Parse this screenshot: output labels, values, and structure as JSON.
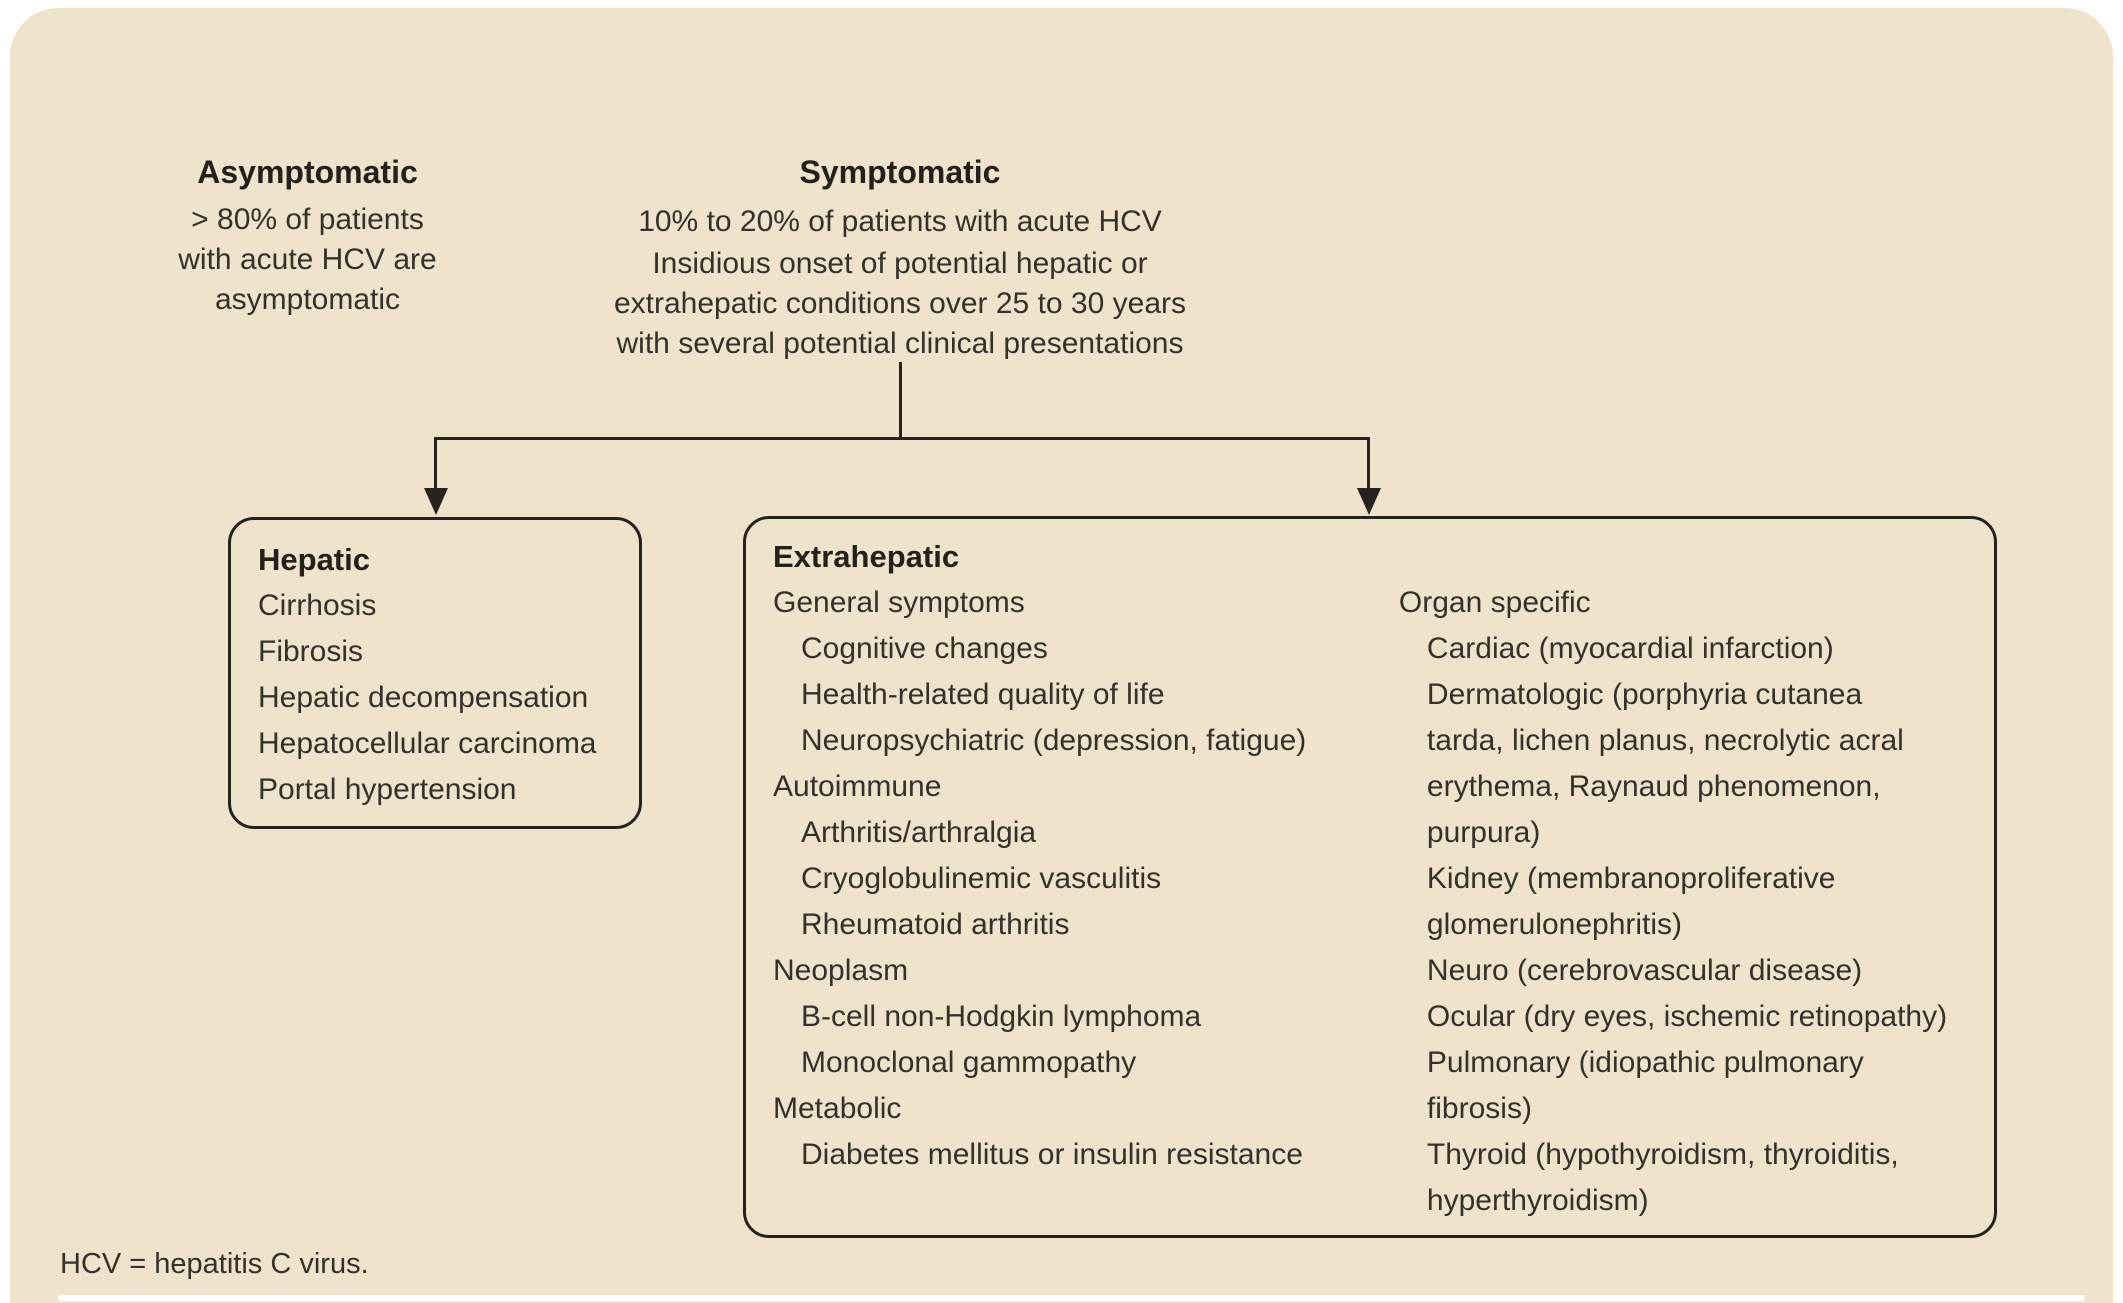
{
  "colors": {
    "page_bg": "#FFFFFF",
    "card_bg": "#EFE3CC",
    "text": "#34312B",
    "heading": "#24211C",
    "line": "#26231E",
    "divider": "#FFFFFF"
  },
  "asymptomatic": {
    "title": "Asymptomatic",
    "description": "> 80% of patients\nwith acute HCV are\nasymptomatic"
  },
  "symptomatic": {
    "title": "Symptomatic",
    "stat": "10% to 20% of patients with acute HCV",
    "description": "Insidious onset of potential hepatic or\nextrahepatic conditions over 25 to 30 years\nwith several potential clinical presentations"
  },
  "hepatic_box": {
    "title": "Hepatic",
    "rows": [
      {
        "t": "Cirrhosis"
      },
      {
        "t": "Fibrosis"
      },
      {
        "t": "Hepatic decompensation"
      },
      {
        "t": "Hepatocellular carcinoma"
      },
      {
        "t": "Portal hypertension"
      }
    ]
  },
  "extrahepatic_box": {
    "title": "Extrahepatic",
    "left_rows": [
      {
        "t": "General symptoms"
      },
      {
        "t": "Cognitive changes",
        "ind": true
      },
      {
        "t": "Health-related quality of life",
        "ind": true
      },
      {
        "t": "Neuropsychiatric (depression, fatigue)",
        "ind": true
      },
      {
        "t": "Autoimmune"
      },
      {
        "t": "Arthritis/arthralgia",
        "ind": true
      },
      {
        "t": "Cryoglobulinemic vasculitis",
        "ind": true
      },
      {
        "t": "Rheumatoid arthritis",
        "ind": true
      },
      {
        "t": "Neoplasm"
      },
      {
        "t": "B-cell non-Hodgkin lymphoma",
        "ind": true
      },
      {
        "t": "Monoclonal gammopathy",
        "ind": true
      },
      {
        "t": "Metabolic"
      },
      {
        "t": "Diabetes mellitus or insulin resistance",
        "ind": true
      }
    ],
    "right_rows": [
      {
        "t": "Organ specific"
      },
      {
        "t": "Cardiac (myocardial infarction)",
        "ind": true
      },
      {
        "t": "Dermatologic (porphyria cutanea\ntarda, lichen planus, necrolytic acral\nerythema, Raynaud phenomenon,\npurpura)",
        "ind": true
      },
      {
        "t": "Kidney (membranoproliferative\nglomerulonephritis)",
        "ind": true
      },
      {
        "t": "Neuro (cerebrovascular disease)",
        "ind": true
      },
      {
        "t": "Ocular (dry eyes, ischemic retinopathy)",
        "ind": true
      },
      {
        "t": "Pulmonary (idiopathic pulmonary\nfibrosis)",
        "ind": true
      },
      {
        "t": "Thyroid (hypothyroidism, thyroiditis,\nhyperthyroidism)",
        "ind": true
      }
    ]
  },
  "footnote": "HCV = hepatitis C virus."
}
